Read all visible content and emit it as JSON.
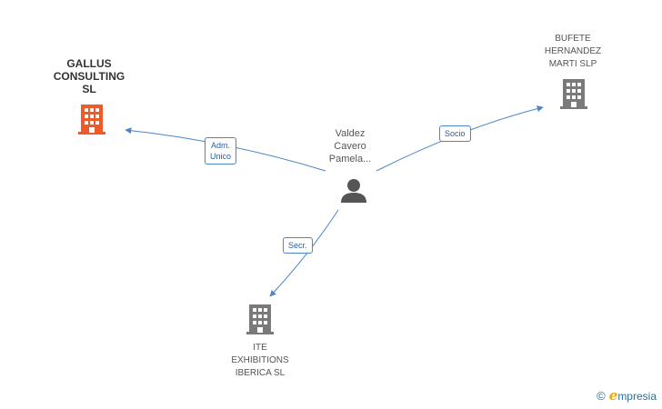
{
  "nodes": {
    "center_person": {
      "label": "Valdez\nCavero\nPamela..."
    },
    "gallus": {
      "label": "GALLUS\nCONSULTING\nSL",
      "color": "#f05a28"
    },
    "bufete": {
      "label": "BUFETE\nHERNANDEZ\nMARTI SLP",
      "color": "#7a7a7a"
    },
    "ite": {
      "label": "ITE\nEXHIBITIONS\nIBERICA SL",
      "color": "#7a7a7a"
    }
  },
  "edges": {
    "to_gallus": {
      "label": "Adm.\nUnico"
    },
    "to_bufete": {
      "label": "Socio"
    },
    "to_ite": {
      "label": "Secr."
    }
  },
  "colors": {
    "edge": "#4a86c8",
    "person": "#555555"
  },
  "brand": {
    "copyright": "©",
    "initial": "e",
    "name": "mpresia"
  }
}
